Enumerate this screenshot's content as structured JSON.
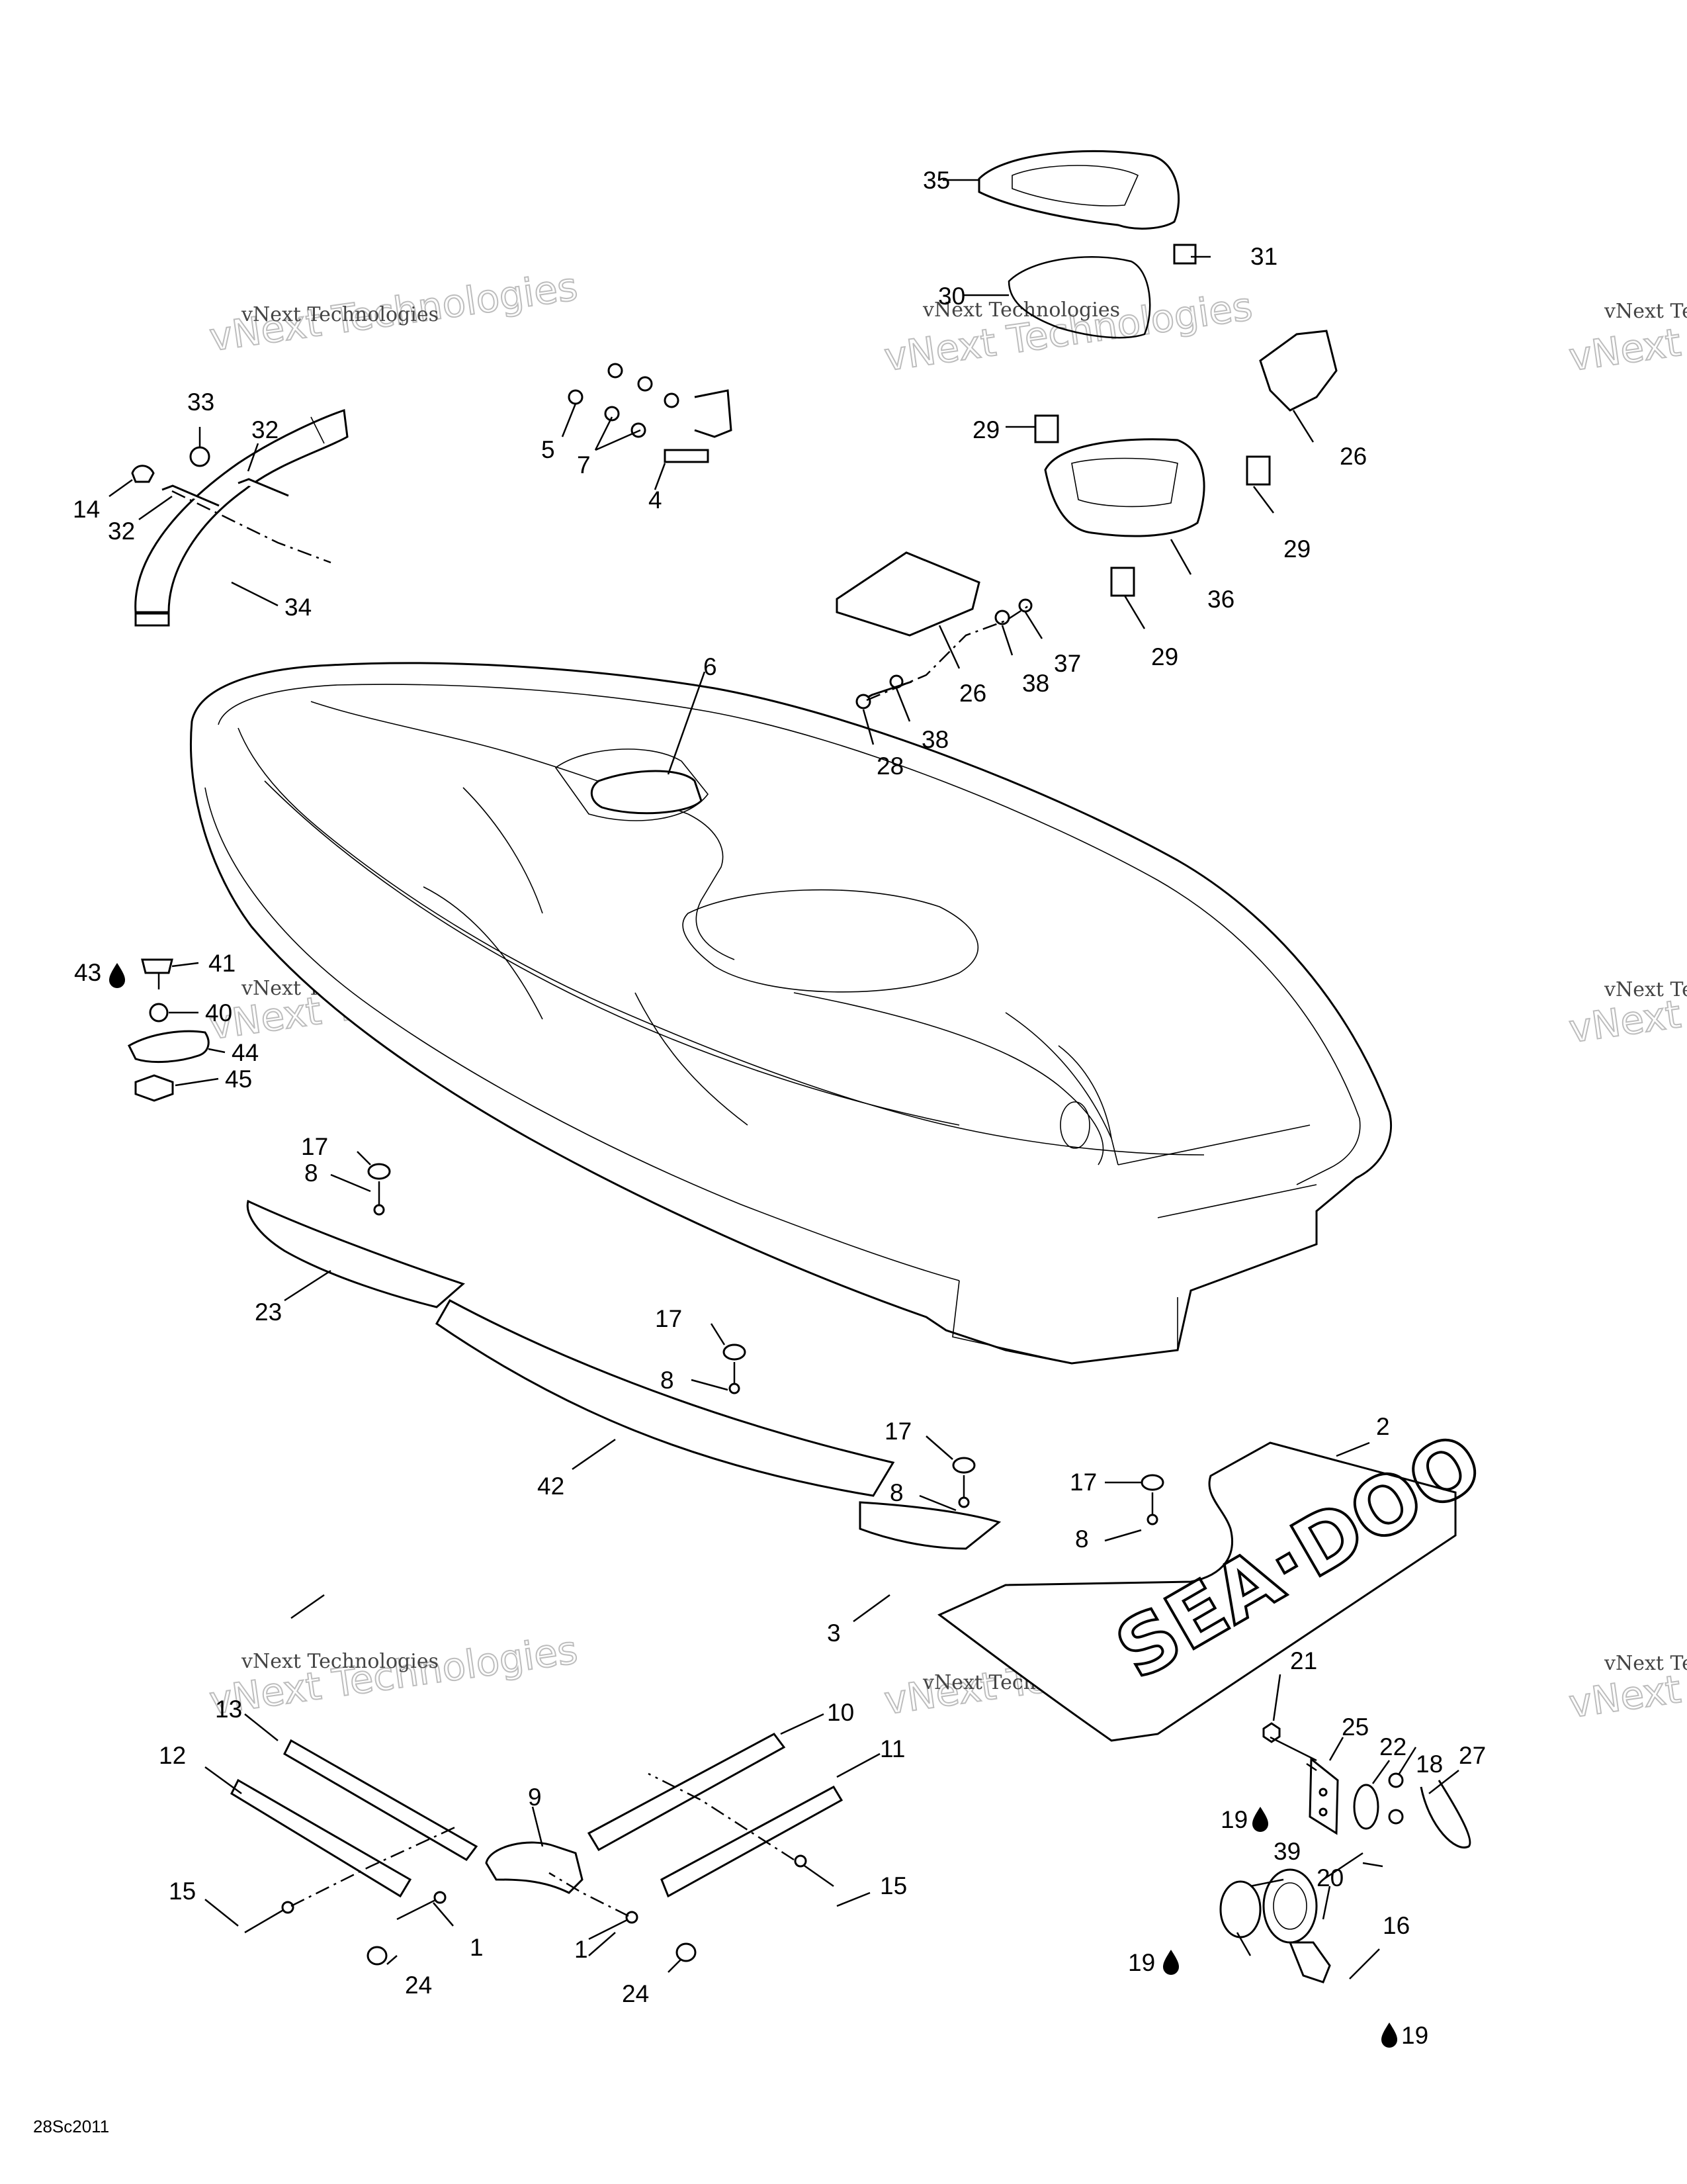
{
  "figure_ref": "28Sc2011",
  "watermark": {
    "line1": "vNext Technologies",
    "line2": "vNext Technologies"
  },
  "callouts": {
    "c1a": "1",
    "c1b": "1",
    "c2": "2",
    "c3": "3",
    "c4": "4",
    "c5": "5",
    "c6": "6",
    "c7": "7",
    "c8a": "8",
    "c8b": "8",
    "c8c": "8",
    "c8d": "8",
    "c9": "9",
    "c10": "10",
    "c11": "11",
    "c12": "12",
    "c13": "13",
    "c14": "14",
    "c15a": "15",
    "c15b": "15",
    "c16": "16",
    "c17a": "17",
    "c17b": "17",
    "c17c": "17",
    "c17d": "17",
    "c18": "18",
    "c19a": "19",
    "c19b": "19",
    "c19c": "19",
    "c20": "20",
    "c21": "21",
    "c22": "22",
    "c23": "23",
    "c24a": "24",
    "c24b": "24",
    "c25": "25",
    "c26a": "26",
    "c26b": "26",
    "c27": "27",
    "c28": "28",
    "c29a": "29",
    "c29b": "29",
    "c29c": "29",
    "c30": "30",
    "c31": "31",
    "c32a": "32",
    "c32b": "32",
    "c33": "33",
    "c34": "34",
    "c35": "35",
    "c36": "36",
    "c37": "37",
    "c38a": "38",
    "c38b": "38",
    "c39": "39",
    "c40": "40",
    "c41": "41",
    "c42": "42",
    "c43": "43",
    "c44": "44",
    "c45": "45"
  }
}
